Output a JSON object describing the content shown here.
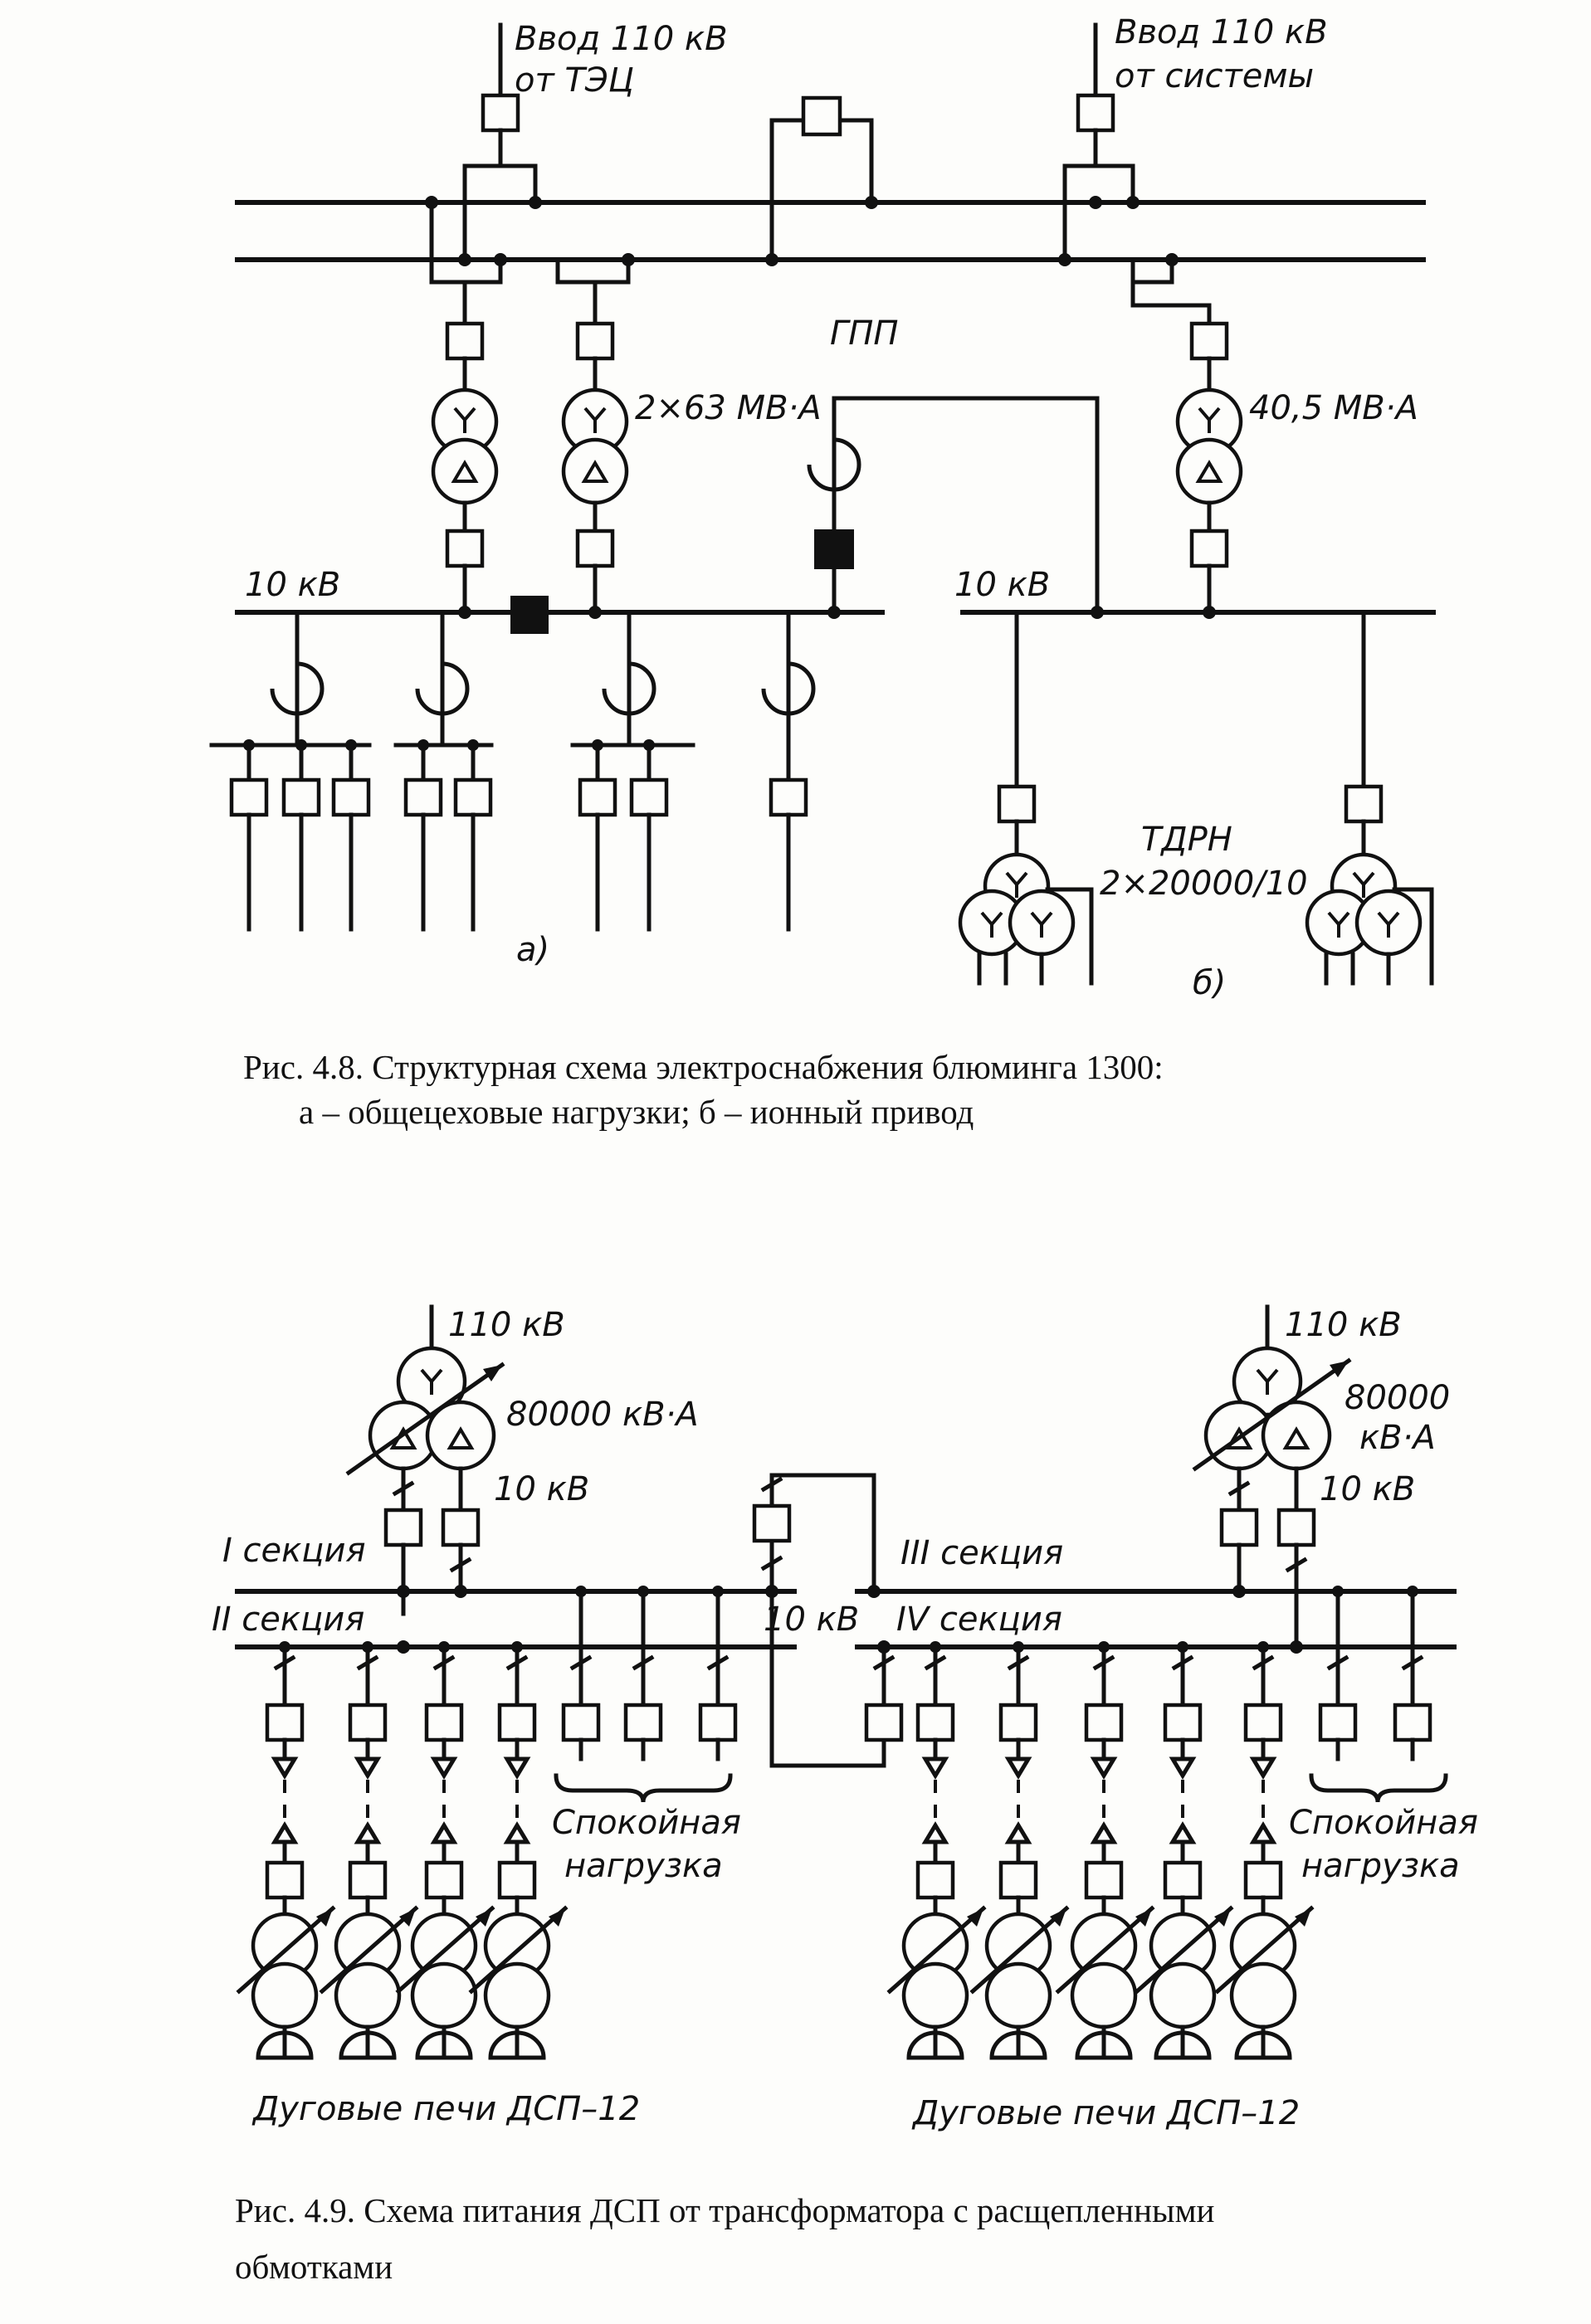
{
  "fig48": {
    "label_input_tec": [
      "Ввод 110 кВ",
      "от ТЭЦ"
    ],
    "label_input_system": [
      "Ввод 110 кВ",
      "от системы"
    ],
    "label_gpp": "ГПП",
    "label_trans_left": "2×63 МВ·А",
    "label_trans_right": "40,5 МВ·А",
    "label_10kv_left": "10 кВ",
    "label_10kv_right": "10 кВ",
    "label_tdrn": [
      "ТДРН",
      "2×20000/10"
    ],
    "label_a": "а)",
    "label_b": "б)",
    "caption_line1": "Рис. 4.8. Структурная схема электроснабжения блюминга 1300:",
    "caption_line2": "а – общецеховые нагрузки;  б – ионный привод"
  },
  "fig49": {
    "label_110kv_left": "110 кВ",
    "label_110kv_right": "110 кВ",
    "label_power_left": "80000 кВ·А",
    "label_power_right": [
      "80000",
      "кВ·А"
    ],
    "label_10kv_left": "10 кВ",
    "label_10kv_right": "10 кВ",
    "label_10kv_center": "10 кВ",
    "label_section_1": "I секция",
    "label_section_2": "II секция",
    "label_section_3": "III секция",
    "label_section_4": "IV секция",
    "label_calm_load_left": [
      "Спокойная",
      "нагрузка"
    ],
    "label_calm_load_right": [
      "Спокойная",
      "нагрузка"
    ],
    "label_furnaces_left": "Дуговые печи ДСП–12",
    "label_furnaces_right": "Дуговые печи ДСП–12",
    "caption_line1": "Рис. 4.9. Схема питания ДСП от трансформатора с расщепленными",
    "caption_line2": "обмотками"
  }
}
